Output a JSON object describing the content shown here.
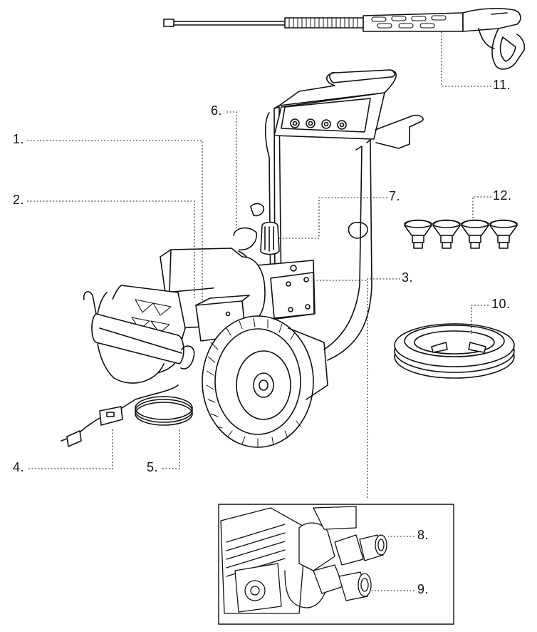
{
  "title": "",
  "callouts": [
    {
      "id": "1",
      "label": "1."
    },
    {
      "id": "2",
      "label": "2."
    },
    {
      "id": "3",
      "label": "3."
    },
    {
      "id": "4",
      "label": "4."
    },
    {
      "id": "5",
      "label": "5."
    },
    {
      "id": "6",
      "label": "6."
    },
    {
      "id": "7",
      "label": "7."
    },
    {
      "id": "8",
      "label": "8."
    },
    {
      "id": "9",
      "label": "9."
    },
    {
      "id": "10",
      "label": "10."
    },
    {
      "id": "11",
      "label": "11."
    },
    {
      "id": "12",
      "label": "12."
    }
  ],
  "colors": {
    "line": "#111111",
    "fill": "#ffffff",
    "leader": "#222222"
  },
  "icons": [
    "spray-gun-icon",
    "handle-frame-icon",
    "motor-icon",
    "pump-icon",
    "wheel-icon",
    "power-cord-icon",
    "nozzle-tips-icon",
    "hose-coil-icon",
    "inlet-fitting-icon",
    "outlet-fitting-icon"
  ]
}
